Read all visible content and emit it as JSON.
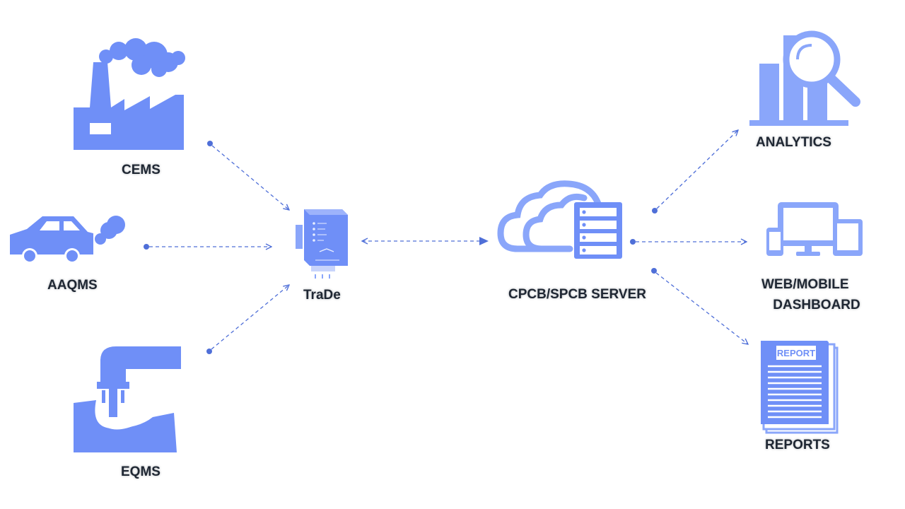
{
  "colors": {
    "icon": "#6f8ff7",
    "icon_light": "#8aa6fa",
    "arrow": "#4f6fd8",
    "text": "#1f2733"
  },
  "nodes": {
    "cems": {
      "label": "CEMS",
      "icon": "factory-icon"
    },
    "aaqms": {
      "label": "AAQMS",
      "icon": "car-icon"
    },
    "eqms": {
      "label": "EQMS",
      "icon": "effluent-pipe-icon"
    },
    "trade": {
      "label": "TraDe",
      "icon": "gateway-device-icon"
    },
    "server": {
      "label": "CPCB/SPCB SERVER",
      "icon": "cloud-server-icon"
    },
    "analytics": {
      "label": "ANALYTICS",
      "icon": "analytics-magnifier-icon"
    },
    "dashboard": {
      "label_line1": "WEB/MOBILE",
      "label_line2": "DASHBOARD",
      "icon": "devices-icon"
    },
    "reports": {
      "label": "REPORTS",
      "icon": "report-document-icon",
      "doc_header": "REPORT"
    }
  }
}
